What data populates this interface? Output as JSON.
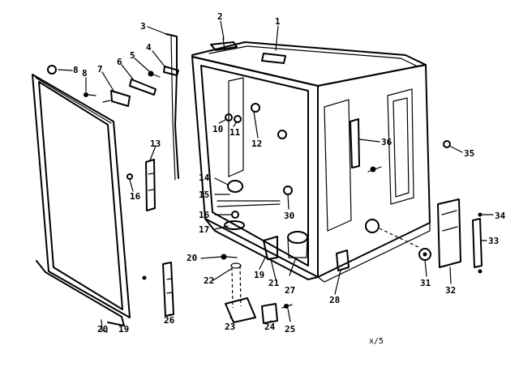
{
  "diagram": {
    "page_code": "x/5",
    "callouts": [
      "1",
      "2",
      "3",
      "4",
      "5",
      "6",
      "7",
      "8",
      "8",
      "10",
      "11",
      "12",
      "13",
      "14",
      "15",
      "16",
      "16",
      "17",
      "19",
      "19",
      "20",
      "20",
      "21",
      "22",
      "23",
      "24",
      "25",
      "26",
      "27",
      "28",
      "30",
      "31",
      "32",
      "33",
      "34",
      "35",
      "36"
    ]
  }
}
